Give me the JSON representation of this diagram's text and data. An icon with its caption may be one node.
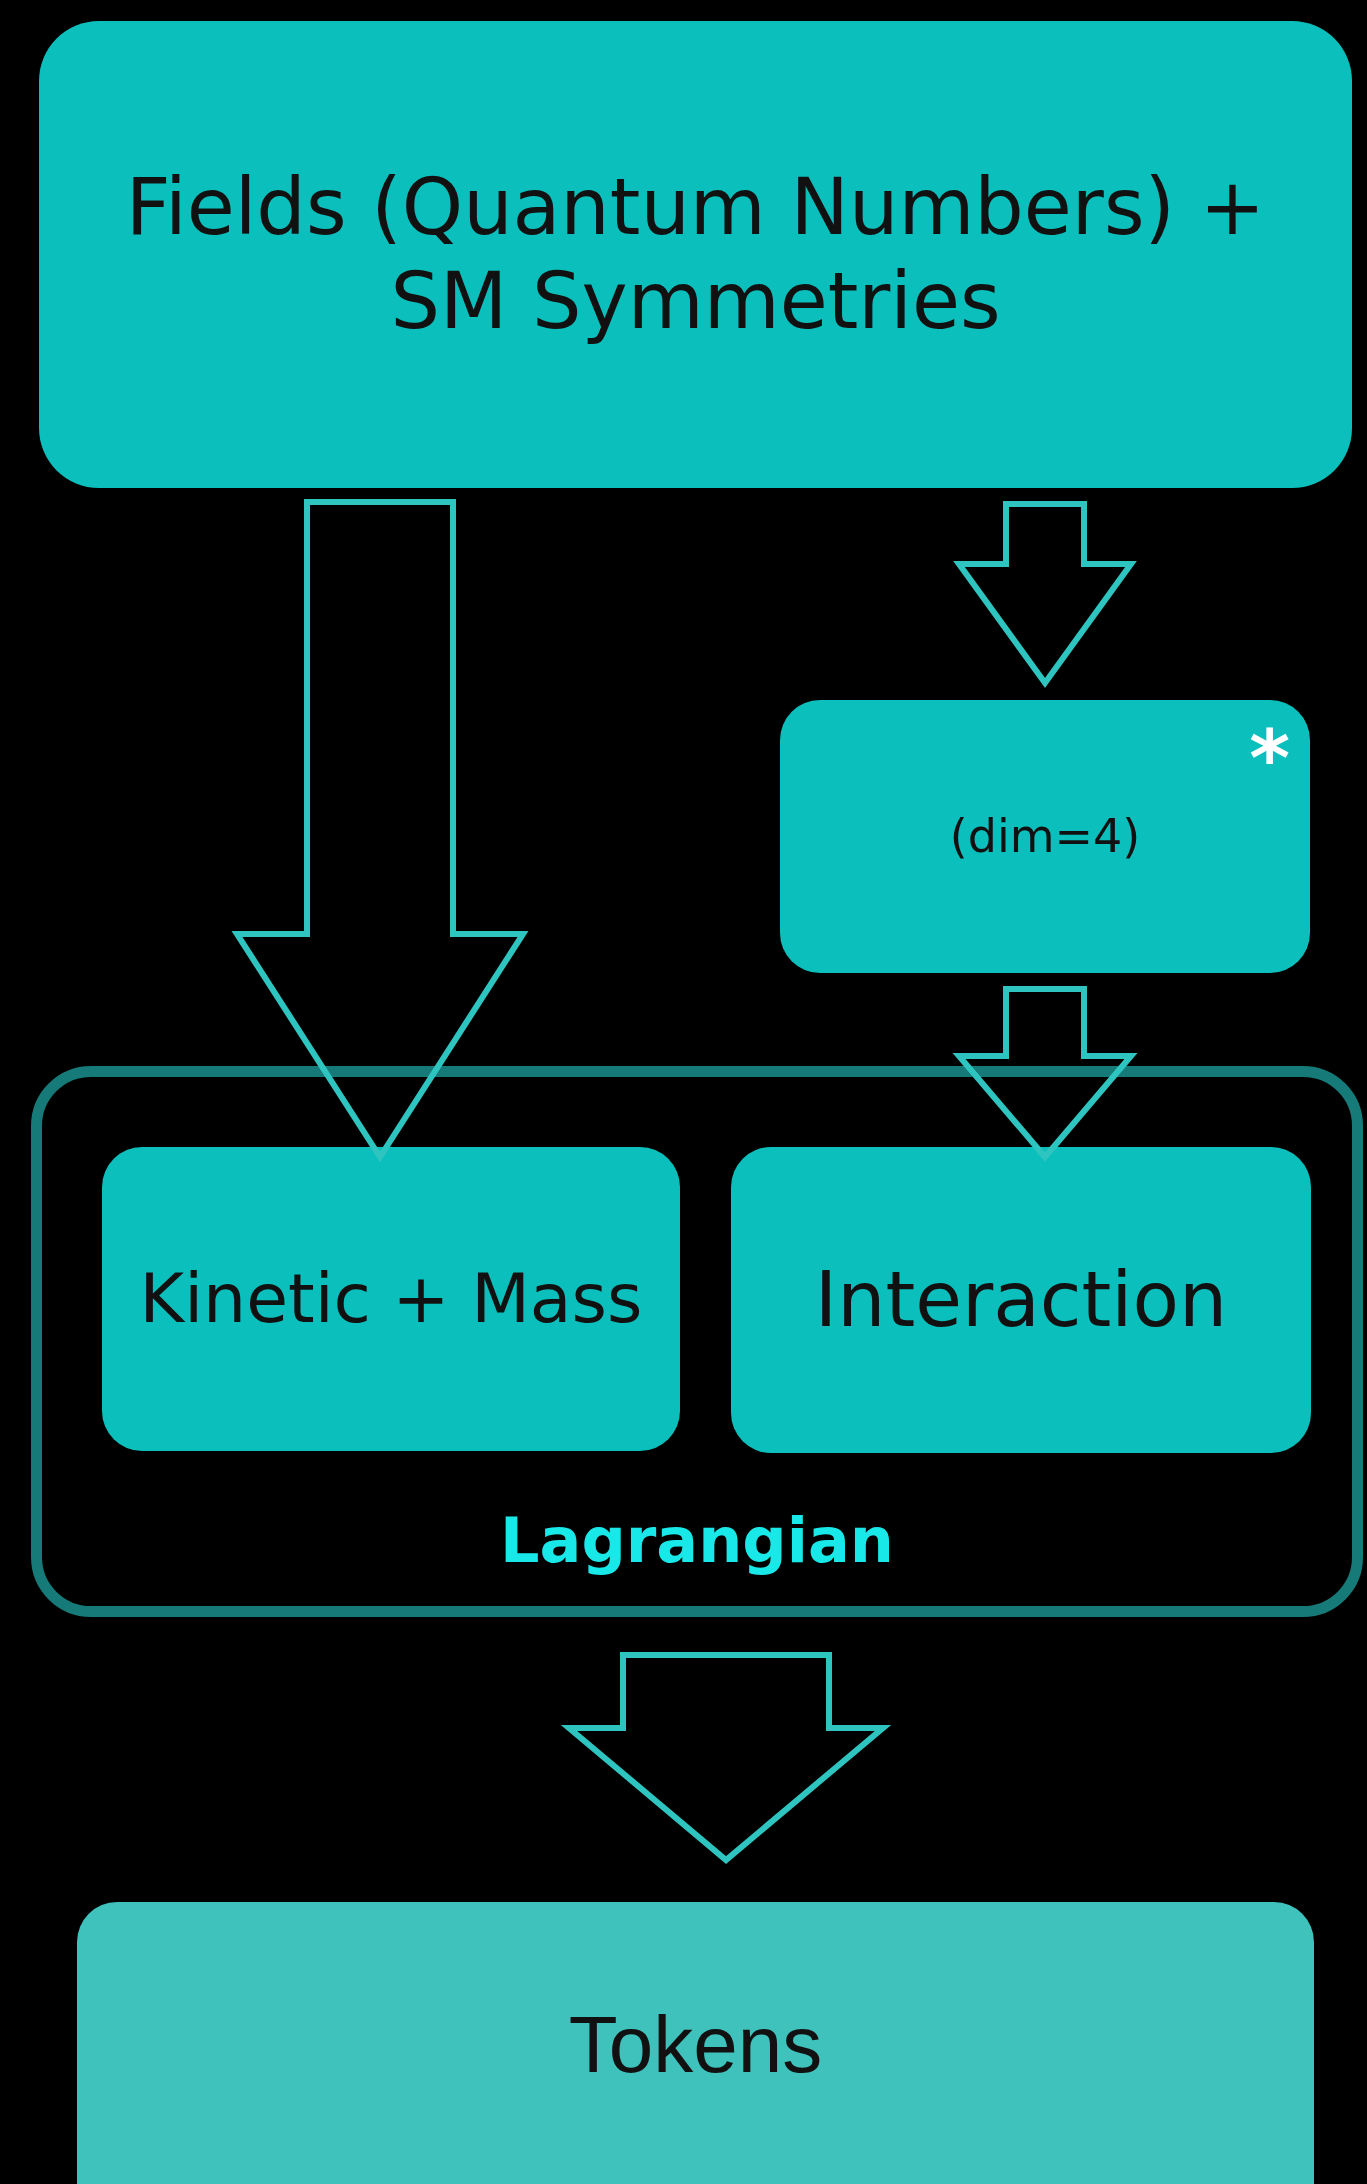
{
  "diagram": {
    "nodes": [
      {
        "text": [
          "Fields (Quantum Numbers) + SM Symmetries"
        ]
      },
      {
        "text": [
          "*",
          "(dim=4)"
        ]
      },
      {
        "text": [
          "Lagrangian"
        ]
      },
      {
        "text": [
          "Kinetic + Mass"
        ],
        "in": 2
      },
      {
        "text": [
          "Interaction"
        ],
        "in": 2
      },
      {
        "text": [
          "Tokens"
        ]
      }
    ],
    "edges": [
      {
        "from": 0,
        "to": 3,
        "arrow": "to"
      },
      {
        "from": 0,
        "to": 1,
        "arrow": "to"
      },
      {
        "from": 1,
        "to": 4,
        "arrow": "to"
      },
      {
        "from": 2,
        "to": 5,
        "arrow": "to"
      }
    ]
  }
}
